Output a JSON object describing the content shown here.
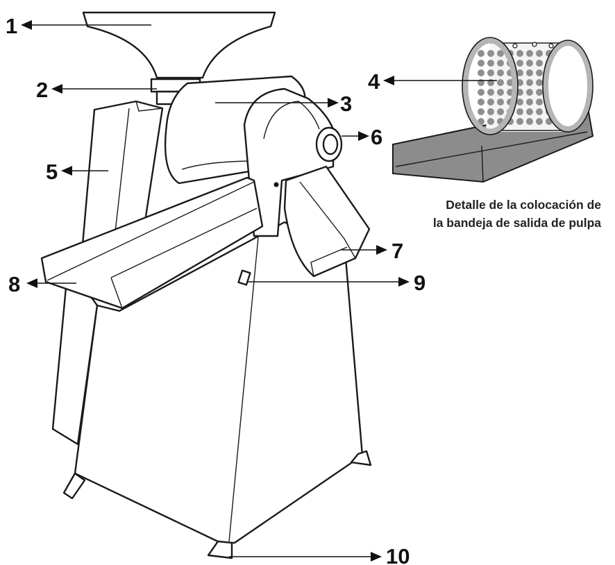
{
  "labels": {
    "l1": "1",
    "l2": "2",
    "l3": "3",
    "l4": "4",
    "l5": "5",
    "l6": "6",
    "l7": "7",
    "l8": "8",
    "l9": "9",
    "l10": "10"
  },
  "caption": {
    "line1": "Detalle de la colocación de",
    "line2": "la bandeja de salida de pulpa"
  },
  "colors": {
    "outline": "#1a1a1a",
    "tray_fill": "#8c8c8c",
    "sieve_dots": "#8f8f8f",
    "sieve_rim": "#b5b5b5"
  }
}
